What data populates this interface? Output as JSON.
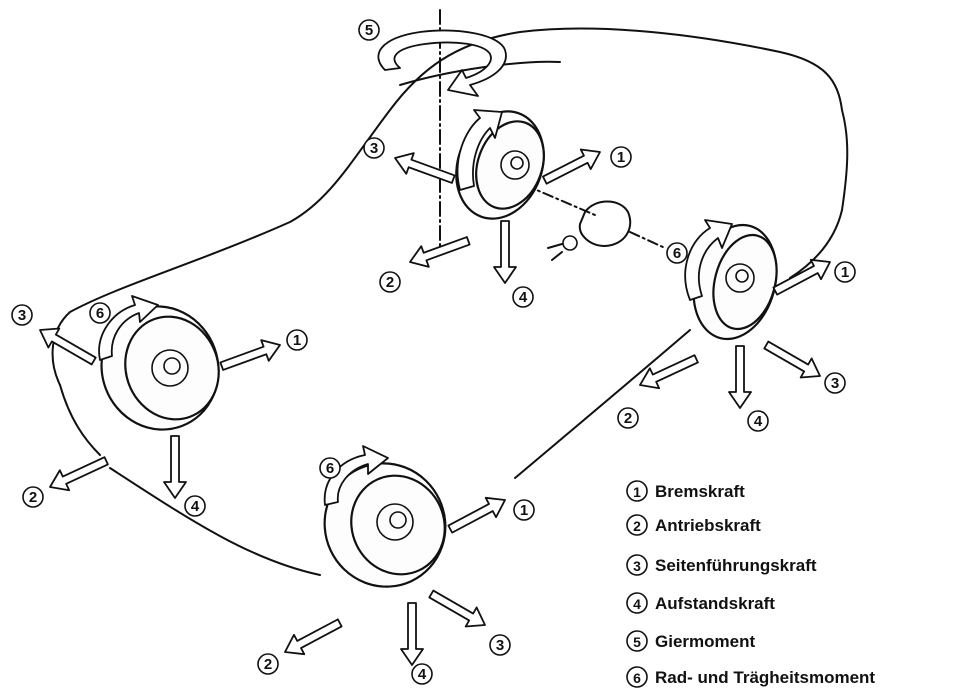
{
  "callouts": {
    "n1": "1",
    "n2": "2",
    "n3": "3",
    "n4": "4",
    "n5": "5",
    "n6": "6"
  },
  "legend": [
    {
      "num": "1",
      "text": "Bremskraft"
    },
    {
      "num": "2",
      "text": "Antriebskraft"
    },
    {
      "num": "3",
      "text": "Seitenführungskraft"
    },
    {
      "num": "4",
      "text": "Aufstandskraft"
    },
    {
      "num": "5",
      "text": "Giermoment"
    },
    {
      "num": "6",
      "text": "Rad- und Trägheitsmoment"
    }
  ]
}
